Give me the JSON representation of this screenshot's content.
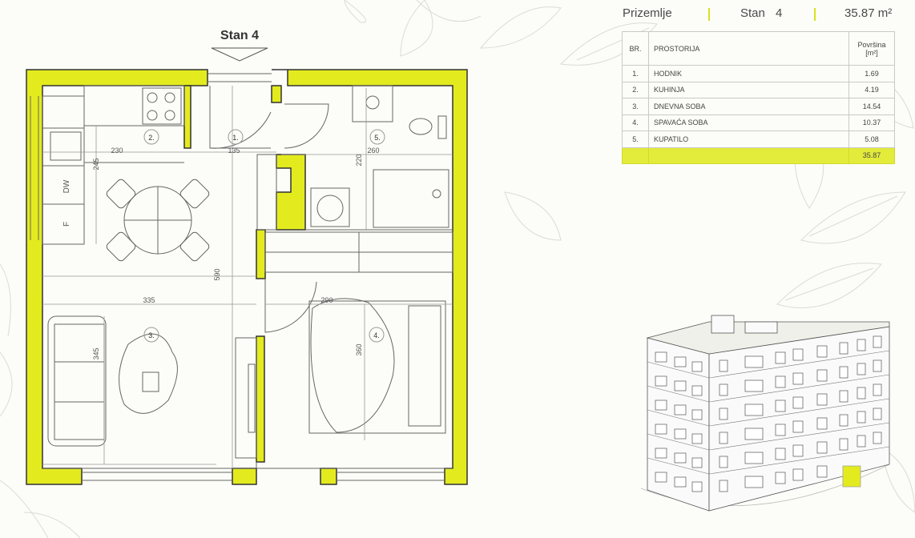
{
  "header": {
    "floor": "Prizemlje",
    "unit_label": "Stan",
    "unit_number": "4",
    "total_area": "35.87 m²"
  },
  "plan": {
    "title": "Stan 4",
    "room_numbers": [
      "1.",
      "2.",
      "3.",
      "4.",
      "5."
    ],
    "dimensions": {
      "d230": "230",
      "d135": "135",
      "d260": "260",
      "d245": "245",
      "d220": "220",
      "d590": "590",
      "d335": "335",
      "d290": "290",
      "d345": "345",
      "d360": "360"
    },
    "appliance_labels": {
      "dishwasher": "DW",
      "fridge": "F"
    }
  },
  "table": {
    "headers": {
      "number": "BR.",
      "room": "PROSTORIJA",
      "area": "Površina [m²]"
    },
    "rows": [
      {
        "number": "1.",
        "room": "HODNIK",
        "area": "1.69"
      },
      {
        "number": "2.",
        "room": "KUHINJA",
        "area": "4.19"
      },
      {
        "number": "3.",
        "room": "DNEVNA SOBA",
        "area": "14.54"
      },
      {
        "number": "4.",
        "room": "SPAVAĆA SOBA",
        "area": "10.37"
      },
      {
        "number": "5.",
        "room": "KUPATILO",
        "area": "5.08"
      }
    ],
    "total": {
      "number": "",
      "room": "",
      "area": "35.87"
    }
  },
  "building": {
    "sign_text": ""
  },
  "colors": {
    "accent": "#e3eb1f",
    "wall": "#e3eb1f",
    "line": "#555555"
  }
}
